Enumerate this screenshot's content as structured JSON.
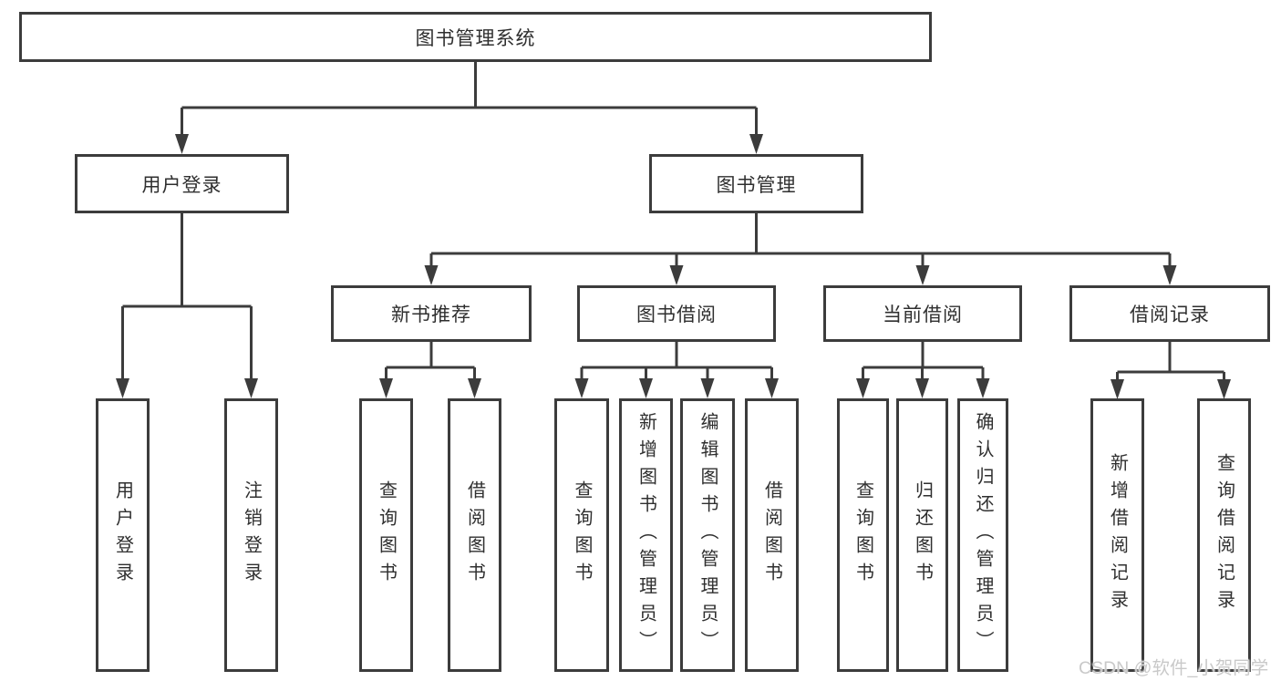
{
  "title": "图书管理系统",
  "watermark": "CSDN @软件_小贺同学",
  "colors": {
    "line": "#3c3c3c",
    "text": "#2f2f2f",
    "background": "#ffffff",
    "watermark": "#c9c9c9"
  },
  "nodes": {
    "root": "图书管理系统",
    "user_login": "用户登录",
    "book_mgmt": "图书管理",
    "new_books": "新书推荐",
    "book_borrow": "图书借阅",
    "current_borrow": "当前借阅",
    "borrow_records": "借阅记录",
    "leaves": {
      "user_login": [
        "用户登录",
        "注销登录"
      ],
      "new_books": [
        "查询图书",
        "借阅图书"
      ],
      "book_borrow": [
        "查询图书",
        "新增图书（管理员）",
        "编辑图书（管理员）",
        "借阅图书"
      ],
      "current_borrow": [
        "查询图书",
        "归还图书",
        "确认归还（管理员）"
      ],
      "borrow_records": [
        "新增借阅记录",
        "查询借阅记录"
      ]
    }
  }
}
